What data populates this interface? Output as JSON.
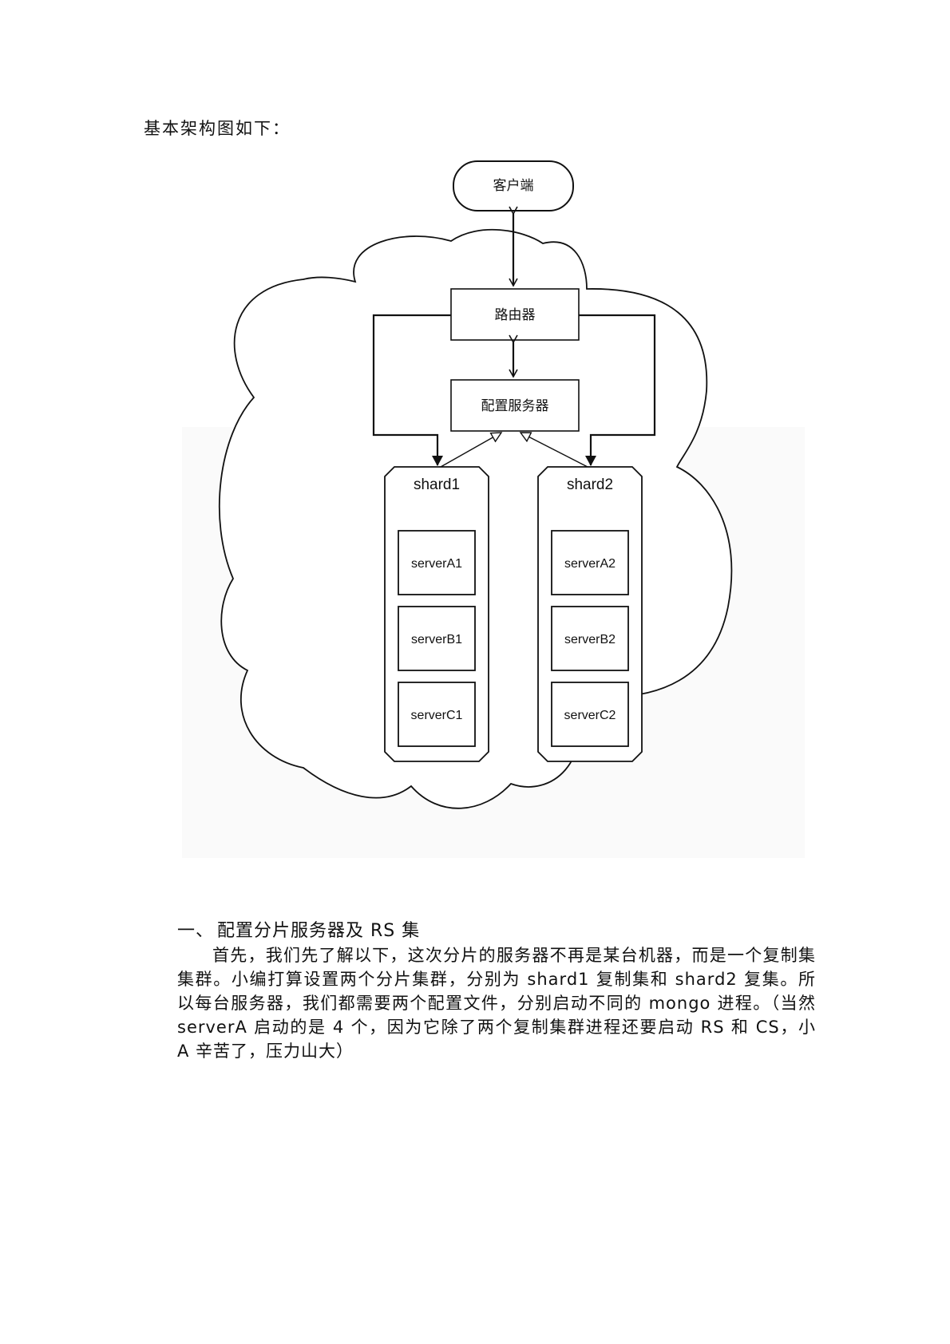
{
  "intro": "基本架构图如下：",
  "diagram": {
    "client": "客户端",
    "router": "路由器",
    "config_server": "配置服务器",
    "shards": [
      {
        "name": "shard1",
        "servers": [
          "serverA1",
          "serverB1",
          "serverC1"
        ]
      },
      {
        "name": "shard2",
        "servers": [
          "serverA2",
          "serverB2",
          "serverC2"
        ]
      }
    ]
  },
  "section": {
    "number": "一、",
    "title": "配置分片服务器及 RS 集",
    "body": "首先，我们先了解以下，这次分片的服务器不再是某台机器，而是一个复制集集群。小编打算设置两个分片集群，分别为 shard1 复制集和 shard2 复集。所以每台服务器，我们都需要两个配置文件，分别启动不同的 mongo 进程。（当然 serverA 启动的是 4 个，因为它除了两个复制集群进程还要启动 RS 和 CS，小 A 辛苦了，压力山大）"
  }
}
